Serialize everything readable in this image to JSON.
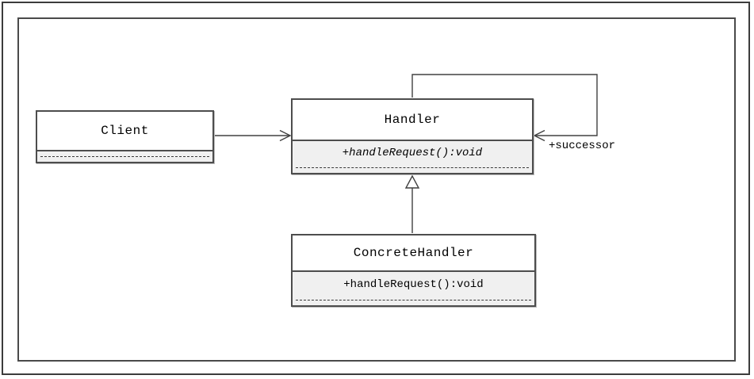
{
  "classes": {
    "client": {
      "name": "Client"
    },
    "handler": {
      "name": "Handler",
      "method": "+handleRequest():void"
    },
    "concrete_handler": {
      "name": "ConcreteHandler",
      "method": "+handleRequest():void"
    }
  },
  "relations": {
    "successor_label": "+successor"
  },
  "colors": {
    "box_border": "#4d4d4d",
    "compartment_fill": "#f0f0f0",
    "line": "#404040",
    "background": "#ffffff",
    "text": "#000000"
  }
}
